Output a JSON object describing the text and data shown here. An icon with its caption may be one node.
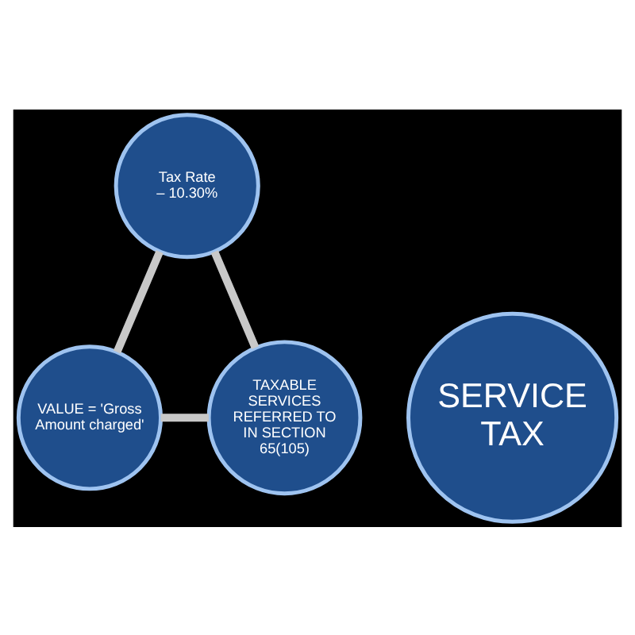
{
  "diagram": {
    "nodes": [
      {
        "text": [
          "SERVICE TAX"
        ]
      },
      {
        "text": [
          "Tax Rate – 10.30%"
        ]
      },
      {
        "text": [
          "VALUE = 'Gross Amount charged'"
        ]
      },
      {
        "text": [
          "TAXABLE SERVICES REFERRED TO IN SECTION 65(105)"
        ]
      }
    ],
    "edges": [
      {
        "from": 1,
        "to": 2,
        "arrow": "none"
      },
      {
        "from": 1,
        "to": 3,
        "arrow": "none"
      },
      {
        "from": 2,
        "to": 3,
        "arrow": "none"
      }
    ]
  }
}
